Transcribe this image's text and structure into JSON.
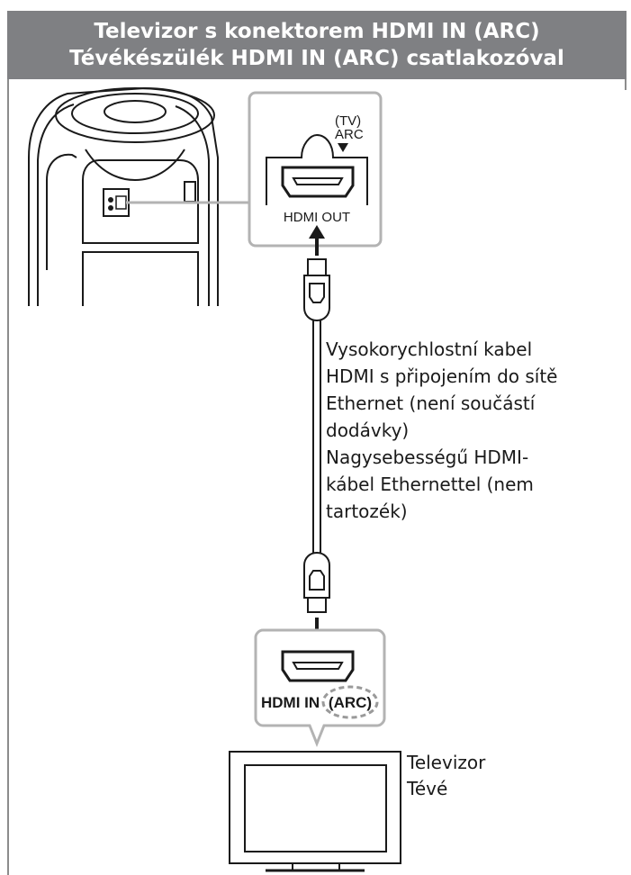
{
  "header": {
    "title_cz": "Televizor s konektorem HDMI IN (ARC)",
    "title_hu": "Tévékészülék HDMI IN (ARC) csatlakozóval"
  },
  "speaker_port": {
    "tv_label": "(TV)",
    "arc_label": "ARC",
    "port_label": "HDMI OUT"
  },
  "tv_port": {
    "port_label": "HDMI IN",
    "arc_label": "(ARC)"
  },
  "cable": {
    "label_lines": [
      "Vysokorychlostní kabel",
      "HDMI s připojením do sítě",
      "Ethernet (není součástí",
      "dodávky)",
      "Nagysebességű HDMI-",
      "kábel Ethernettel (nem",
      "tartozék)"
    ]
  },
  "tv": {
    "label_cz": "Televizor",
    "label_hu": "Tévé"
  },
  "colors": {
    "header_bg": "#7f8083",
    "frame_line": "#8c8c8c",
    "callout_border": "#b3b3b3",
    "arc_highlight": "#9a9a9a"
  }
}
